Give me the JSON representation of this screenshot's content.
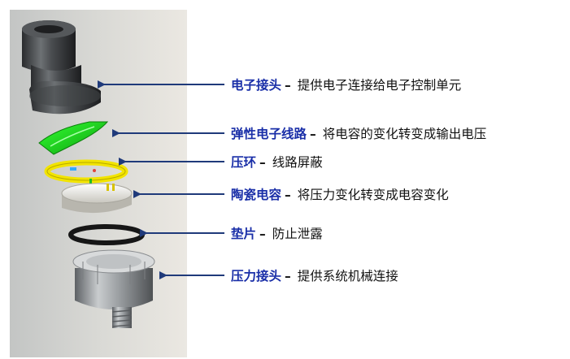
{
  "colors": {
    "panel_gradient": [
      "#c3c5c4",
      "#dcdcd8",
      "#ece9e3"
    ],
    "arrow": "#1f3a7a",
    "name_text": "#1a2fa8",
    "desc_text": "#111111"
  },
  "parts": [
    {
      "icon": "electrical-connector-icon",
      "name": "电子接头",
      "dash": "–",
      "desc": "提供电子连接给电子控制单元"
    },
    {
      "icon": "elastic-circuit-icon",
      "name": "弹性电子线路",
      "dash": "–",
      "desc": "将电容的变化转变成输出电压"
    },
    {
      "icon": "pressure-ring-icon",
      "name": "压环",
      "dash": "–",
      "desc": "线路屏蔽"
    },
    {
      "icon": "ceramic-capacitor-icon",
      "name": "陶瓷电容",
      "dash": "–",
      "desc": "将压力变化转变成电容变化"
    },
    {
      "icon": "gasket-icon",
      "name": "垫片",
      "dash": "–",
      "desc": "防止泄露"
    },
    {
      "icon": "pressure-fitting-icon",
      "name": "压力接头",
      "dash": "–",
      "desc": "提供系统机械连接"
    }
  ]
}
